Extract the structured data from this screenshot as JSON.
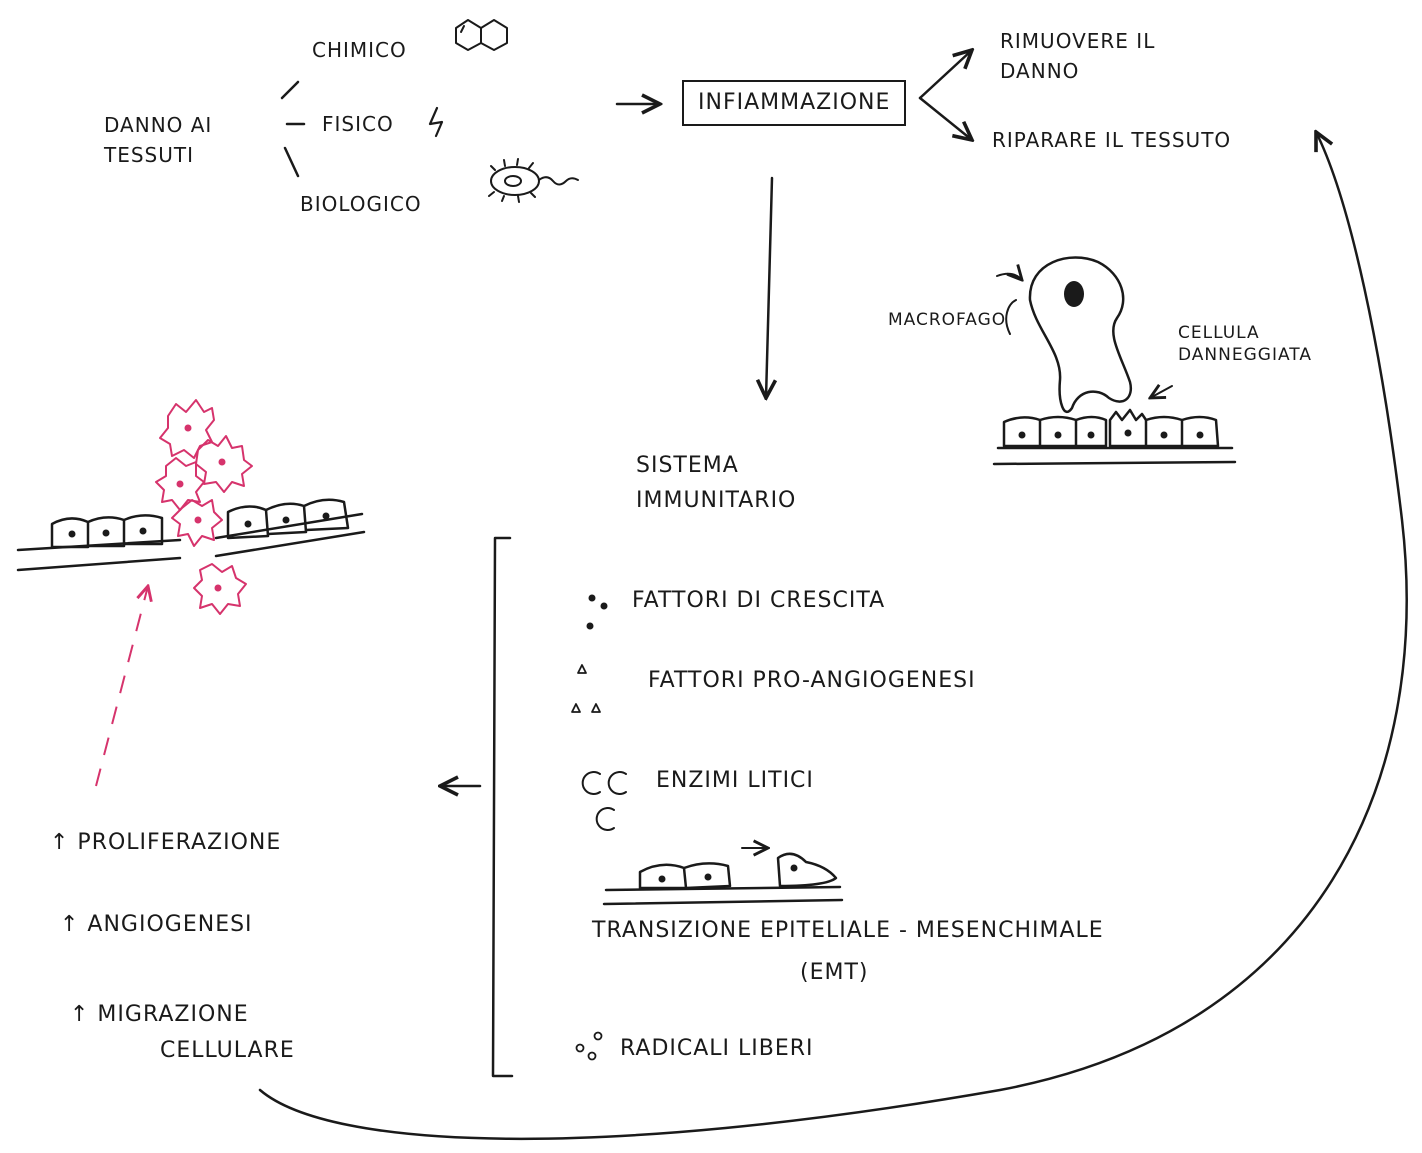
{
  "causes": {
    "tissue_damage": "DANNO AI TESSUTI",
    "chemical": "CHIMICO",
    "physical": "FISICO",
    "biological": "BIOLOGICO"
  },
  "inflammation": "INFIAMMAZIONE",
  "outcomes": {
    "remove_damage": "RIMUOVERE IL DANNO",
    "repair_tissue": "RIPARARE IL TESSUTO"
  },
  "cell_labels": {
    "macrophage": "MACROFAGO",
    "damaged_cell": "CELLULA DANNEGGIATA"
  },
  "immune_system": "SISTEMA IMMUNITARIO",
  "factors": [
    "FATTORI DI CRESCITA",
    "FATTORI PRO-ANGIOGENESI",
    "ENZIMI LITICI",
    "TRANSIZIONE EPITELIALE - MESENCHIMALE",
    "(EMT)",
    "RADICALI LIBERI"
  ],
  "effects": [
    "↑ PROLIFERAZIONE",
    "↑ ANGIOGENESI",
    "↑ MIGRAZIONE",
    "CELLULARE"
  ],
  "colors": {
    "ink": "#1a1a1a",
    "highlight": "#d6336c",
    "background": "#ffffff"
  }
}
